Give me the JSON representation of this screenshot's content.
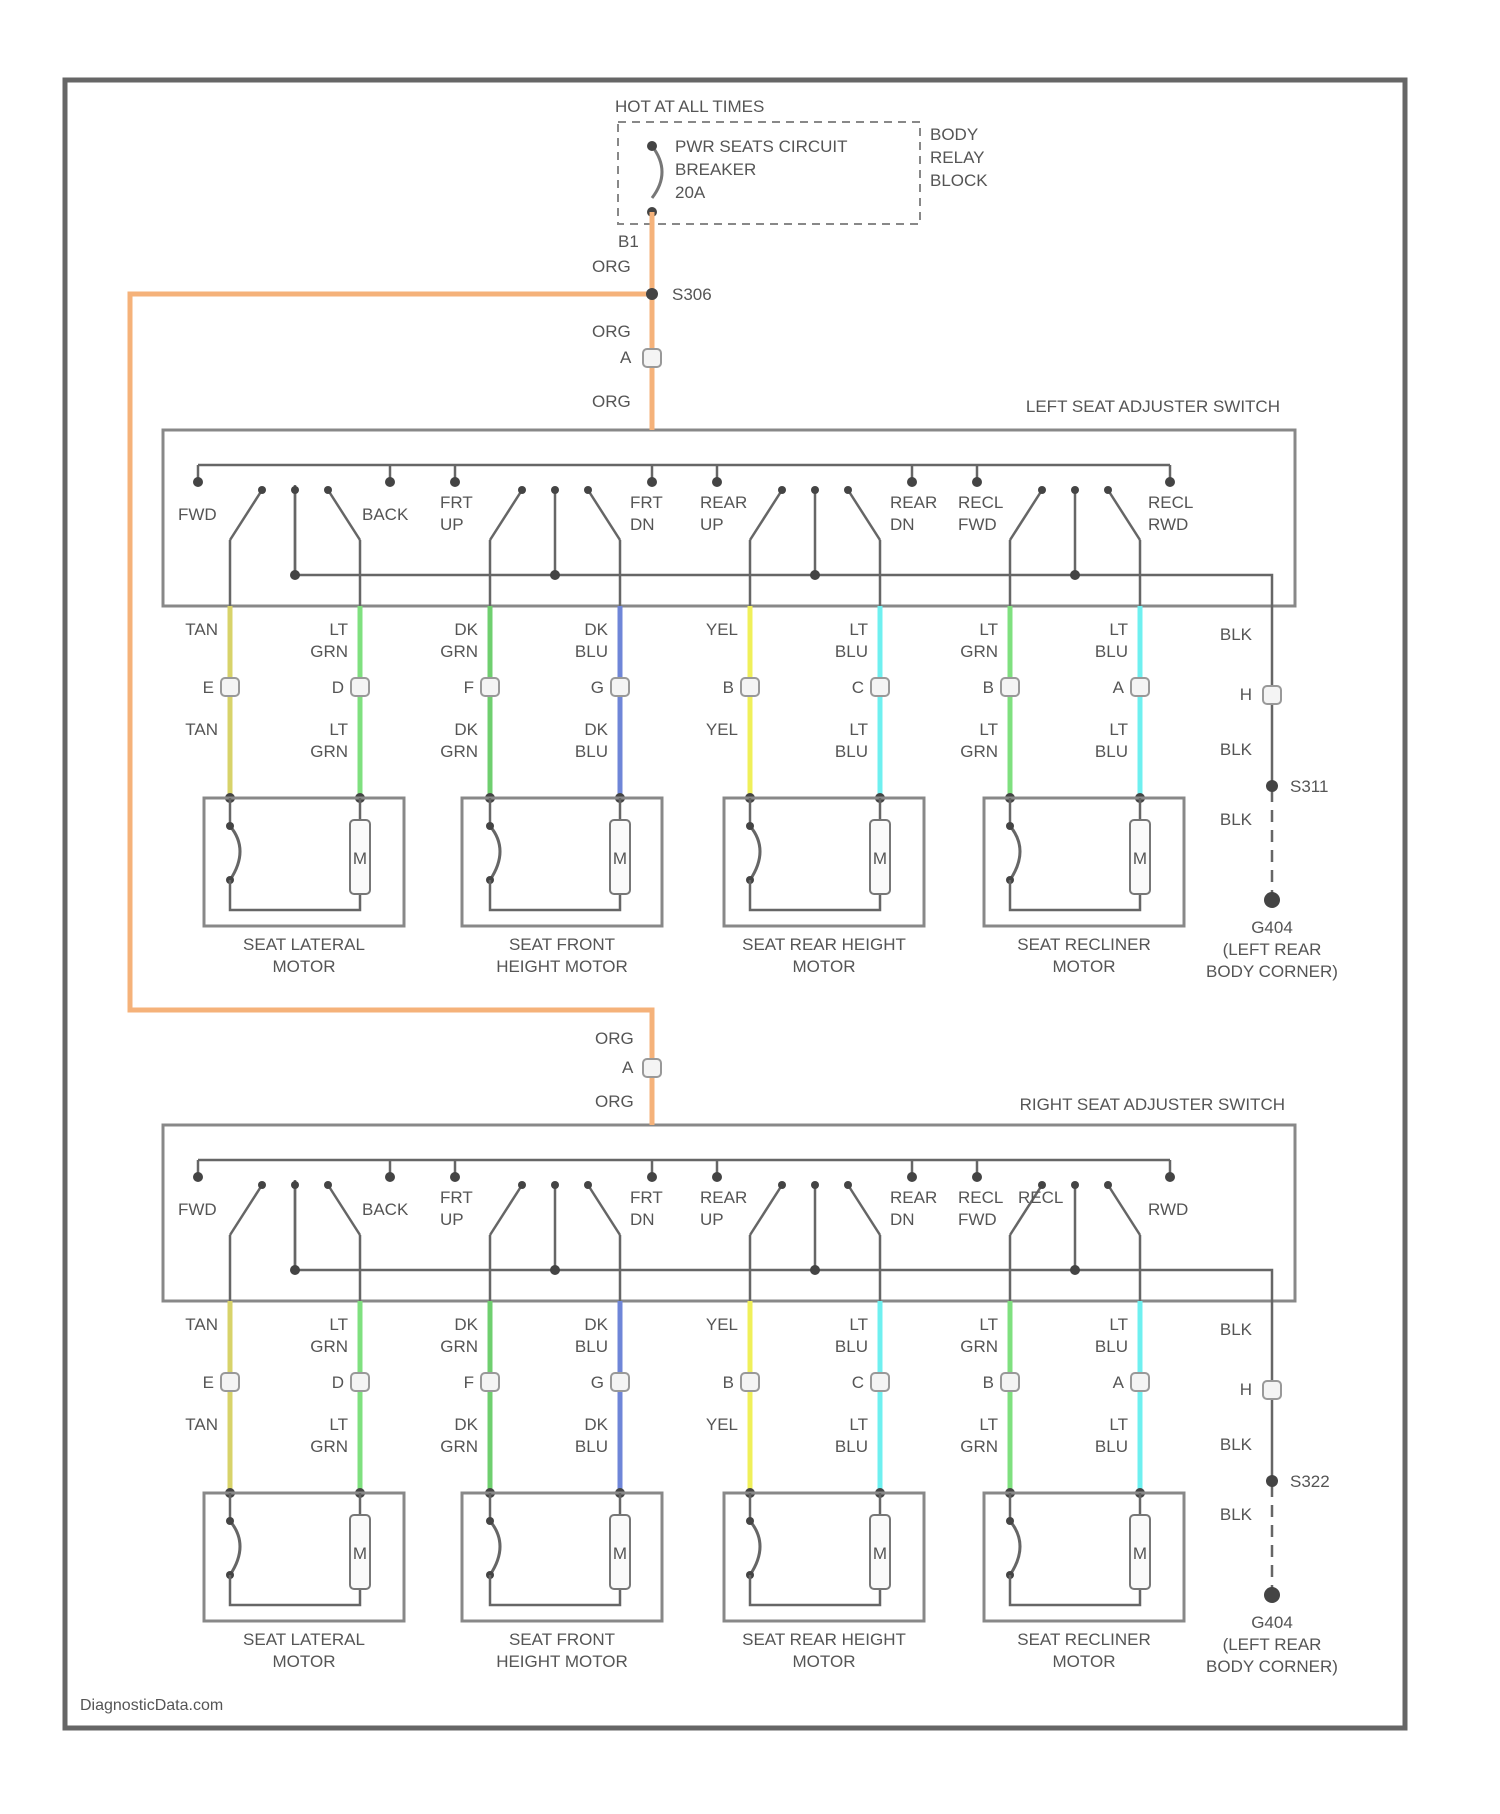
{
  "colors": {
    "ORG": "#f5b27a",
    "TAN": "#d8d36a",
    "YEL": "#f0f05a",
    "LT_GRN": "#7fe07f",
    "DK_GRN": "#6fcf6f",
    "DK_BLU": "#6f86d8",
    "LT_BLU": "#6ff0f0",
    "BLK": "#666666"
  },
  "supply": {
    "hot_label": "HOT AT ALL TIMES",
    "breaker_lines": [
      "PWR SEATS CIRCUIT",
      "BREAKER",
      "20A"
    ],
    "block_lines": [
      "BODY",
      "RELAY",
      "BLOCK"
    ],
    "pin_label": "B1",
    "wire_org": "ORG",
    "splice_label": "S306",
    "connector_pin": "A"
  },
  "left": {
    "title": "LEFT SEAT ADJUSTER SWITCH",
    "switch_labels": [
      [
        "FWD"
      ],
      [
        "BACK"
      ],
      [
        "FRT",
        "UP"
      ],
      [
        "FRT",
        "DN"
      ],
      [
        "REAR",
        "UP"
      ],
      [
        "REAR",
        "DN"
      ],
      [
        "RECL",
        "FWD"
      ],
      [
        "RECL",
        "RWD"
      ]
    ],
    "wires": [
      {
        "color": "TAN",
        "top": [
          "TAN"
        ],
        "pin": "E",
        "bottom": [
          "TAN"
        ]
      },
      {
        "color": "LT_GRN",
        "top": [
          "LT",
          "GRN"
        ],
        "pin": "D",
        "bottom": [
          "LT",
          "GRN"
        ]
      },
      {
        "color": "DK_GRN",
        "top": [
          "DK",
          "GRN"
        ],
        "pin": "F",
        "bottom": [
          "DK",
          "GRN"
        ]
      },
      {
        "color": "DK_BLU",
        "top": [
          "DK",
          "BLU"
        ],
        "pin": "G",
        "bottom": [
          "DK",
          "BLU"
        ]
      },
      {
        "color": "YEL",
        "top": [
          "YEL"
        ],
        "pin": "B",
        "bottom": [
          "YEL"
        ]
      },
      {
        "color": "LT_BLU",
        "top": [
          "LT",
          "BLU"
        ],
        "pin": "C",
        "bottom": [
          "LT",
          "BLU"
        ]
      },
      {
        "color": "LT_GRN",
        "top": [
          "LT",
          "GRN"
        ],
        "pin": "B",
        "bottom": [
          "LT",
          "GRN"
        ]
      },
      {
        "color": "LT_BLU",
        "top": [
          "LT",
          "BLU"
        ],
        "pin": "A",
        "bottom": [
          "LT",
          "BLU"
        ]
      }
    ],
    "motors": [
      [
        "SEAT LATERAL",
        "MOTOR"
      ],
      [
        "SEAT FRONT",
        "HEIGHT MOTOR"
      ],
      [
        "SEAT REAR HEIGHT",
        "MOTOR"
      ],
      [
        "SEAT RECLINER",
        "MOTOR"
      ]
    ],
    "ground": {
      "wire1": "BLK",
      "pin": "H",
      "wire2": "BLK",
      "splice": "S311",
      "wire3": "BLK",
      "lines": [
        "G404",
        "(LEFT REAR",
        "BODY CORNER)"
      ]
    }
  },
  "right": {
    "title": "RIGHT SEAT ADJUSTER SWITCH",
    "supply_wire_top": "ORG",
    "supply_pin": "A",
    "supply_wire_bottom": "ORG",
    "switch_labels": [
      [
        "FWD"
      ],
      [
        "BACK"
      ],
      [
        "FRT",
        "UP"
      ],
      [
        "FRT",
        "DN"
      ],
      [
        "REAR",
        "UP"
      ],
      [
        "REAR",
        "DN"
      ],
      [
        "RECL",
        "FWD"
      ],
      [
        "RECL"
      ],
      [
        "RWD"
      ]
    ],
    "wires": [
      {
        "color": "TAN",
        "top": [
          "TAN"
        ],
        "pin": "E",
        "bottom": [
          "TAN"
        ]
      },
      {
        "color": "LT_GRN",
        "top": [
          "LT",
          "GRN"
        ],
        "pin": "D",
        "bottom": [
          "LT",
          "GRN"
        ]
      },
      {
        "color": "DK_GRN",
        "top": [
          "DK",
          "GRN"
        ],
        "pin": "F",
        "bottom": [
          "DK",
          "GRN"
        ]
      },
      {
        "color": "DK_BLU",
        "top": [
          "DK",
          "BLU"
        ],
        "pin": "G",
        "bottom": [
          "DK",
          "BLU"
        ]
      },
      {
        "color": "YEL",
        "top": [
          "YEL"
        ],
        "pin": "B",
        "bottom": [
          "YEL"
        ]
      },
      {
        "color": "LT_BLU",
        "top": [
          "LT",
          "BLU"
        ],
        "pin": "C",
        "bottom": [
          "LT",
          "BLU"
        ]
      },
      {
        "color": "LT_GRN",
        "top": [
          "LT",
          "GRN"
        ],
        "pin": "B",
        "bottom": [
          "LT",
          "GRN"
        ]
      },
      {
        "color": "LT_BLU",
        "top": [
          "LT",
          "BLU"
        ],
        "pin": "A",
        "bottom": [
          "LT",
          "BLU"
        ]
      }
    ],
    "motors": [
      [
        "SEAT LATERAL",
        "MOTOR"
      ],
      [
        "SEAT FRONT",
        "HEIGHT MOTOR"
      ],
      [
        "SEAT REAR HEIGHT",
        "MOTOR"
      ],
      [
        "SEAT RECLINER",
        "MOTOR"
      ]
    ],
    "ground": {
      "wire1": "BLK",
      "pin": "H",
      "wire2": "BLK",
      "splice": "S322",
      "wire3": "BLK",
      "lines": [
        "G404",
        "(LEFT REAR",
        "BODY CORNER)"
      ]
    }
  },
  "motor_symbol": "M",
  "footer": "DiagnosticData.com"
}
